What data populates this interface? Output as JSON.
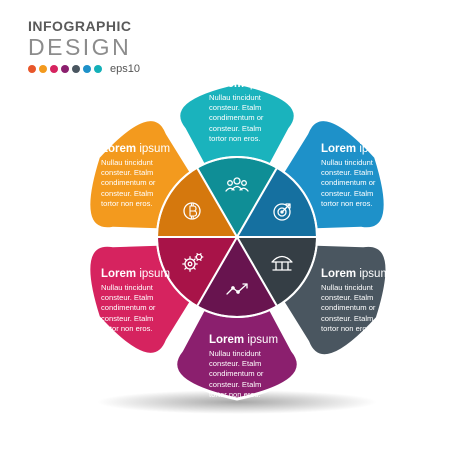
{
  "header": {
    "line1": "INFOGRAPHIC",
    "line2": "DESIGN",
    "eps": "eps10",
    "dot_colors": [
      "#e8562a",
      "#f39a1e",
      "#d6235f",
      "#8b1f6e",
      "#4a5660",
      "#1e91c9",
      "#13b0b8"
    ]
  },
  "segments": [
    {
      "id": "top",
      "color": "#1ab3bd",
      "inner": "#0f8e96",
      "icon": "people-icon",
      "heading_big": "Lorem",
      "heading_rest": " ipsum",
      "body": "Nullau tincidunt\nconsteur. Etalm\ncondimentum or\nconsteur. Etalm\ntortor non eros."
    },
    {
      "id": "upper-right",
      "color": "#1e91c9",
      "inner": "#1570a0",
      "icon": "target-icon",
      "heading_big": "Lorem",
      "heading_rest": " ipsum",
      "body": "Nullau tincidunt\nconsteur. Etalm\ncondimentum or\nconsteur. Etalm\ntortor non eros."
    },
    {
      "id": "lower-right",
      "color": "#4a5660",
      "inner": "#353e45",
      "icon": "umbrella-icon",
      "heading_big": "Lorem",
      "heading_rest": " ipsum",
      "body": "Nullau tincidunt\nconsteur. Etalm\ncondimentum or\nconsteur. Etalm\ntortor non eros."
    },
    {
      "id": "bottom",
      "color": "#8b1f6e",
      "inner": "#68144f",
      "icon": "chart-line-icon",
      "heading_big": "Lorem",
      "heading_rest": " ipsum",
      "body": "Nullau tincidunt\nconsteur. Etalm\ncondimentum or\nconsteur. Etalm\ntortor non eros."
    },
    {
      "id": "lower-left",
      "color": "#d6235f",
      "inner": "#a81348",
      "icon": "gears-icon",
      "heading_big": "Lorem",
      "heading_rest": " ipsum",
      "body": "Nullau tincidunt\nconsteur. Etalm\ncondimentum or\nconsteur. Etalm\ntortor non eros."
    },
    {
      "id": "upper-left",
      "color": "#f39a1e",
      "inner": "#d5780d",
      "icon": "bitcoin-icon",
      "heading_big": "Lorem",
      "heading_rest": " ipsum",
      "body": "Nullau tincidunt\nconsteur. Etalm\ncondimentum or\nconsteur. Etalm\ntortor non eros."
    }
  ]
}
